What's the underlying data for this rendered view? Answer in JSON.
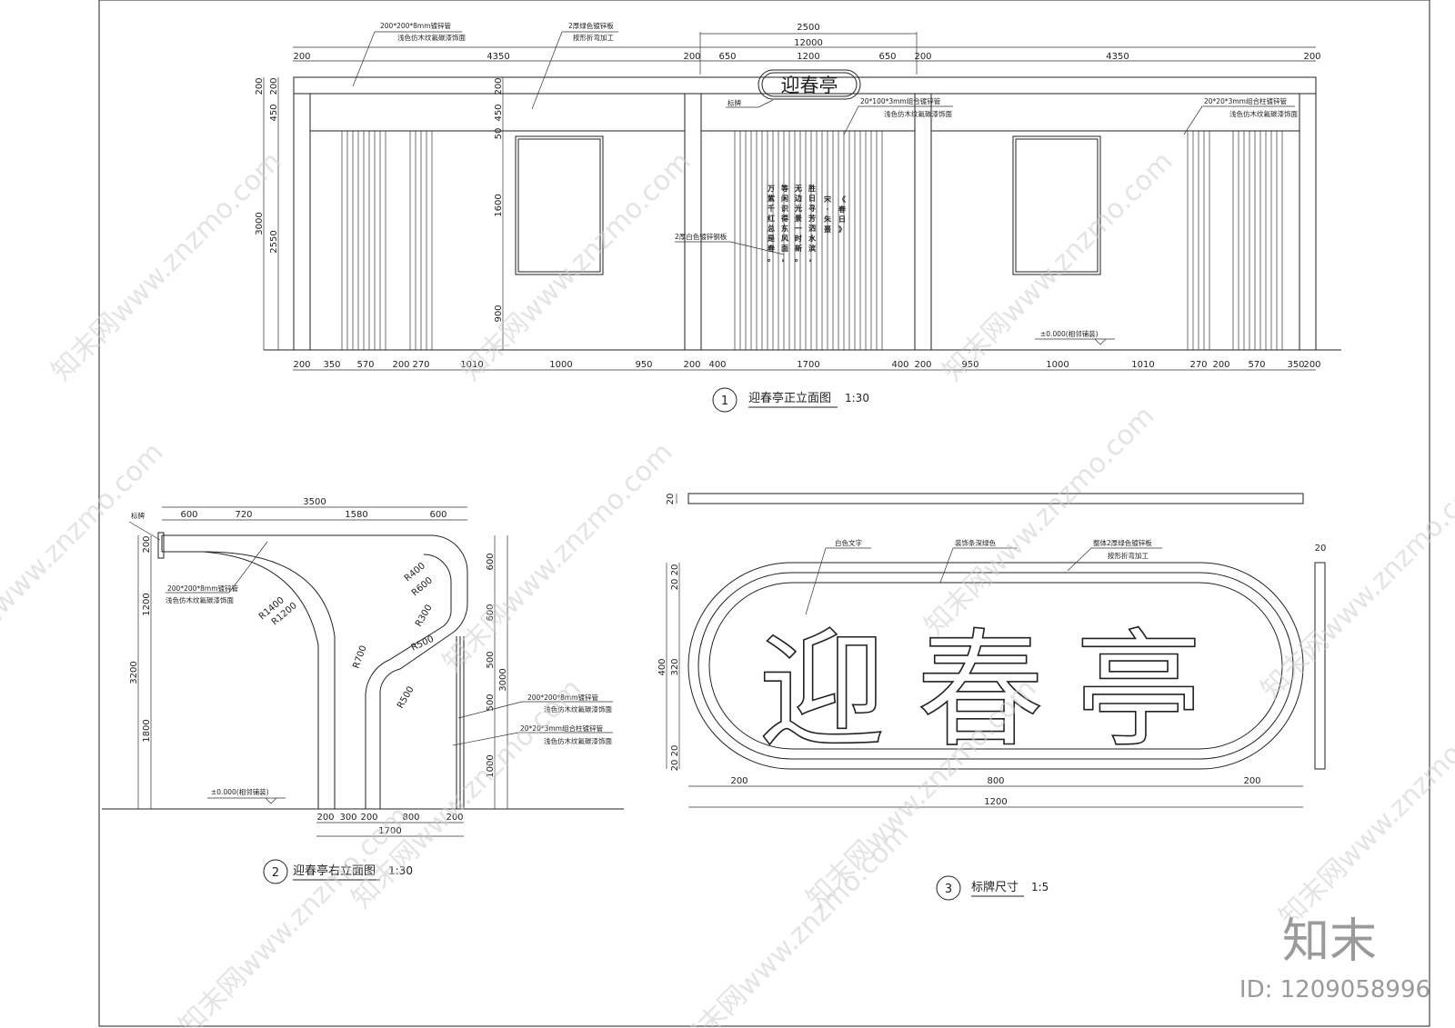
{
  "front": {
    "dims_total": "12000",
    "dims_center": "2500",
    "dims_top": [
      "200",
      "4350",
      "200",
      "650",
      "1200",
      "650",
      "200",
      "4350",
      "200"
    ],
    "dims_bottom": [
      "200",
      "350",
      "570",
      "200",
      "270",
      "1010",
      "1000",
      "950",
      "200",
      "400",
      "1700",
      "400",
      "200",
      "950",
      "1000",
      "1010",
      "270",
      "200",
      "570",
      "350",
      "200"
    ],
    "dims_left": [
      "200",
      "200",
      "450",
      "3000",
      "2550"
    ],
    "dims_panel": [
      "200",
      "450",
      "50",
      "1600",
      "900"
    ],
    "notes": {
      "pipe": "200*200*8mm镀锌管",
      "pipe_finish": "浅色仿木纹氟碳漆饰面",
      "plate": "2厚绿色镀锌板",
      "plate_finish": "按形折弯加工",
      "sign": "标牌",
      "tube100": "20*100*3mm组合镀锌管",
      "tube100_finish": "浅色仿木纹氟碳漆饰面",
      "tube20": "20*20*3mm组合柱镀锌管",
      "tube20_finish": "浅色仿木纹氟碳漆饰面",
      "white_plate": "2厚白色镀锌钢板",
      "level": "±0.000(相邻铺装)"
    },
    "sign_text": "迎春亭",
    "poem_title": "《春日》",
    "poem_author": "宋·朱熹",
    "poem_lines": [
      "胜日寻芳泗水滨，",
      "无边光景一时新。",
      "等闲识得东风面，",
      "万紫千红总是春。"
    ],
    "caption_num": "1",
    "caption": "迎春亭正立面图",
    "caption_scale": "1:30"
  },
  "side": {
    "dims_top_total": "3500",
    "dims_top": [
      "600",
      "720",
      "1580",
      "600"
    ],
    "dims_left": [
      "200",
      "1200",
      "1800",
      "3200"
    ],
    "dims_right": [
      "600",
      "600",
      "500",
      "500",
      "1000",
      "3000"
    ],
    "dims_bottom": [
      "200",
      "300",
      "200",
      "800",
      "200"
    ],
    "dims_bottom_total": "1700",
    "radii": [
      "R400",
      "R600",
      "R1400",
      "R1200",
      "R300",
      "R500",
      "R700",
      "R500"
    ],
    "notes": {
      "sign": "标牌",
      "pipe": "200*200*8mm镀锌管",
      "pipe_finish": "浅色仿木纹氟碳漆饰面",
      "pipe2": "200*200*8mm镀锌管",
      "pipe2_finish": "浅色仿木纹氟碳漆饰面",
      "tube20": "20*20*3mm组合柱镀锌管",
      "tube20_finish": "浅色仿木纹氟碳漆饰面",
      "level": "±0.000(相邻铺装)"
    },
    "caption_num": "2",
    "caption": "迎春亭右立面图",
    "caption_scale": "1:30"
  },
  "sign": {
    "text": "迎春亭",
    "notes": {
      "white_text": "白色文字",
      "stripe": "装饰条深绿色",
      "plate": "整体2厚绿色镀锌板",
      "plate_finish": "按形折弯加工"
    },
    "dims_top_thickness": "20",
    "dims_right_thickness": "20",
    "dims_left": [
      "20",
      "20",
      "320",
      "20",
      "20",
      "400"
    ],
    "dims_bottom": [
      "200",
      "800",
      "200"
    ],
    "dims_bottom_total": "1200",
    "caption_num": "3",
    "caption": "标牌尺寸",
    "caption_scale": "1:5"
  },
  "watermark": {
    "text": "知末网www.znzmo.com",
    "logo": "知末",
    "id": "ID: 1209058996"
  }
}
